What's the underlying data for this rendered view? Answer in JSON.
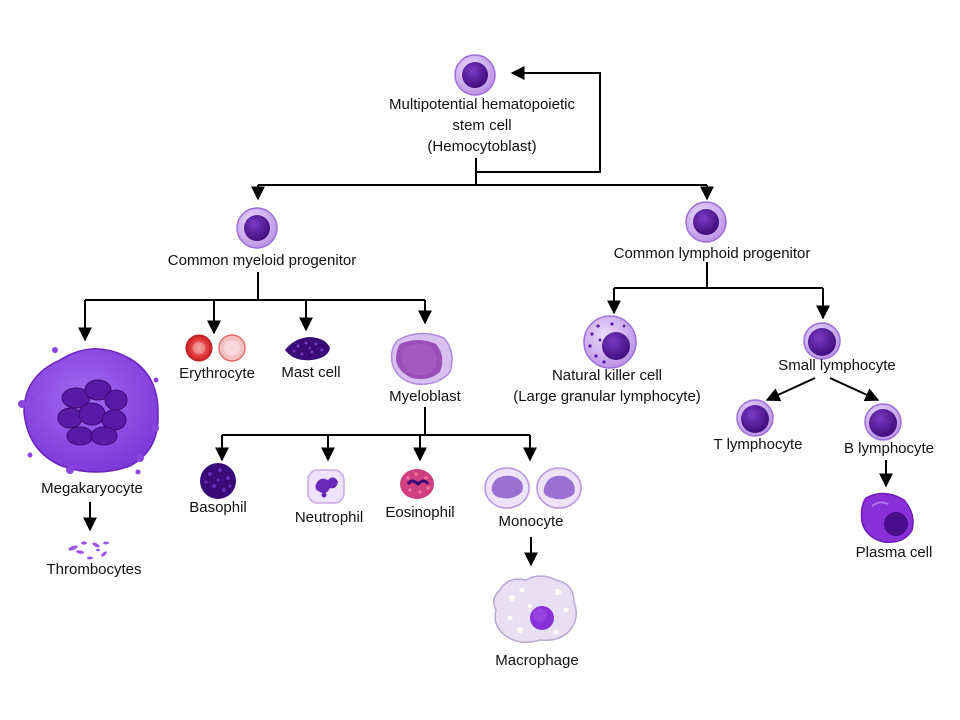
{
  "labels": {
    "stem_1": "Multipotential hematopoietic",
    "stem_2": "stem cell",
    "stem_3": "(Hemocytoblast)",
    "myeloid": "Common myeloid progenitor",
    "lymphoid": "Common lymphoid progenitor",
    "megakaryocyte": "Megakaryocyte",
    "thrombocytes": "Thrombocytes",
    "erythrocyte": "Erythrocyte",
    "mast_cell": "Mast cell",
    "myeloblast": "Myeloblast",
    "basophil": "Basophil",
    "neutrophil": "Neutrophil",
    "eosinophil": "Eosinophil",
    "monocyte": "Monocyte",
    "macrophage": "Macrophage",
    "nk_1": "Natural killer cell",
    "nk_2": "(Large granular lymphocyte)",
    "small_lymphocyte": "Small lymphocyte",
    "t_lymphocyte": "T lymphocyte",
    "b_lymphocyte": "B lymphocyte",
    "plasma_cell": "Plasma cell"
  },
  "colors": {
    "nucleus": "#4a0d8c",
    "cytoplasm": "#c9a9ec",
    "membrane": "#9d6fd8",
    "megakaryocyte": "#8a44e0",
    "erythrocyte": "#e0202a",
    "eosinophil_granules": "#e0306e",
    "line": "#000000"
  }
}
